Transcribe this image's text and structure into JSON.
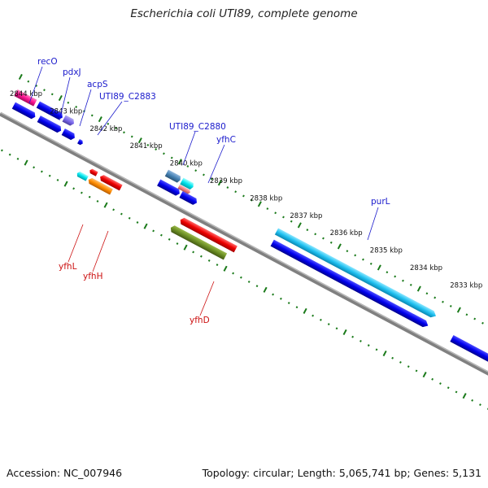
{
  "header": {
    "title": "Escherichia coli UTI89, complete genome"
  },
  "footer": {
    "accession": "Accession: NC_007946",
    "summary": "Topology: circular; Length: 5,065,741 bp; Genes: 5,131"
  },
  "colors": {
    "backbone": "#808080",
    "tick": "#1a7a1a",
    "label_forward": "#1a1acc",
    "label_reverse": "#cc1111"
  },
  "ticks": [
    "2844 kbp",
    "2843 kbp",
    "2842 kbp",
    "2841 kbp",
    "2840 kbp",
    "2839 kbp",
    "2838 kbp",
    "2837 kbp",
    "2836 kbp",
    "2835 kbp",
    "2834 kbp",
    "2833 kbp"
  ],
  "gene_labels": {
    "forward": [
      "recO",
      "pdxJ",
      "acpS",
      "UTI89_C2883",
      "UTI89_C2880",
      "yfhC",
      "purL"
    ],
    "reverse": [
      "yfhL",
      "yfhH",
      "yfhD"
    ]
  }
}
